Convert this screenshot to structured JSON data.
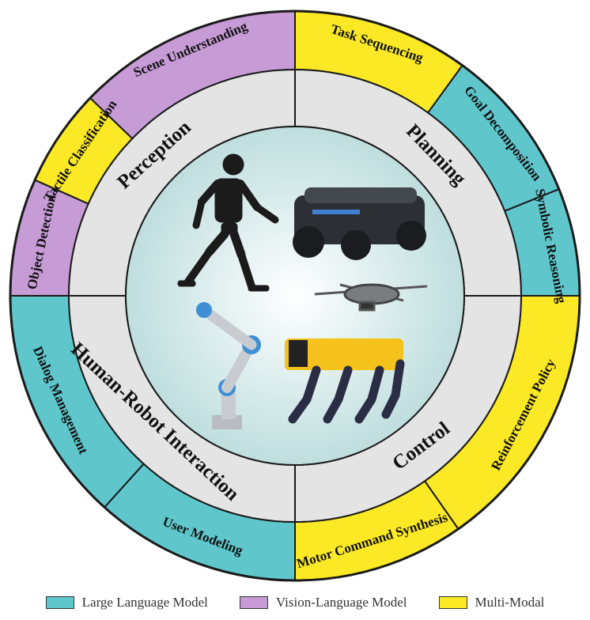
{
  "colors": {
    "llm": "#5fc7cc",
    "vlm": "#c69bd6",
    "multimodal": "#fbe925",
    "middle_ring": "#e4e4e4",
    "center": "#d9eeee",
    "outline": "#1a1a1a"
  },
  "areas": [
    {
      "id": "perception",
      "label": "Perception"
    },
    {
      "id": "planning",
      "label": "Planning"
    },
    {
      "id": "control",
      "label": "Control"
    },
    {
      "id": "hri",
      "label": "Human-Robot Interaction"
    }
  ],
  "segments": [
    {
      "label": "Scene Understanding",
      "model": "vlm"
    },
    {
      "label": "Task Sequencing",
      "model": "multimodal"
    },
    {
      "label": "Goal Decomposition",
      "model": "llm"
    },
    {
      "label": "Symbolic Reasoning",
      "model": "llm"
    },
    {
      "label": "Reinforcement Policy",
      "model": "multimodal"
    },
    {
      "label": "Motor Command Synthesis",
      "model": "multimodal"
    },
    {
      "label": "User Modeling",
      "model": "llm"
    },
    {
      "label": "Dialog Management",
      "model": "llm"
    },
    {
      "label": "Object Detection",
      "model": "vlm"
    },
    {
      "label": "Tactile Classification",
      "model": "multimodal"
    }
  ],
  "center_images": [
    {
      "name": "humanoid-robot"
    },
    {
      "name": "wheeled-robot"
    },
    {
      "name": "drone"
    },
    {
      "name": "robot-arm"
    },
    {
      "name": "quadruped-robot"
    }
  ],
  "legend": [
    {
      "label": "Large Language Model",
      "model": "llm"
    },
    {
      "label": "Vision-Language Model",
      "model": "vlm"
    },
    {
      "label": "Multi-Modal",
      "model": "multimodal"
    }
  ]
}
